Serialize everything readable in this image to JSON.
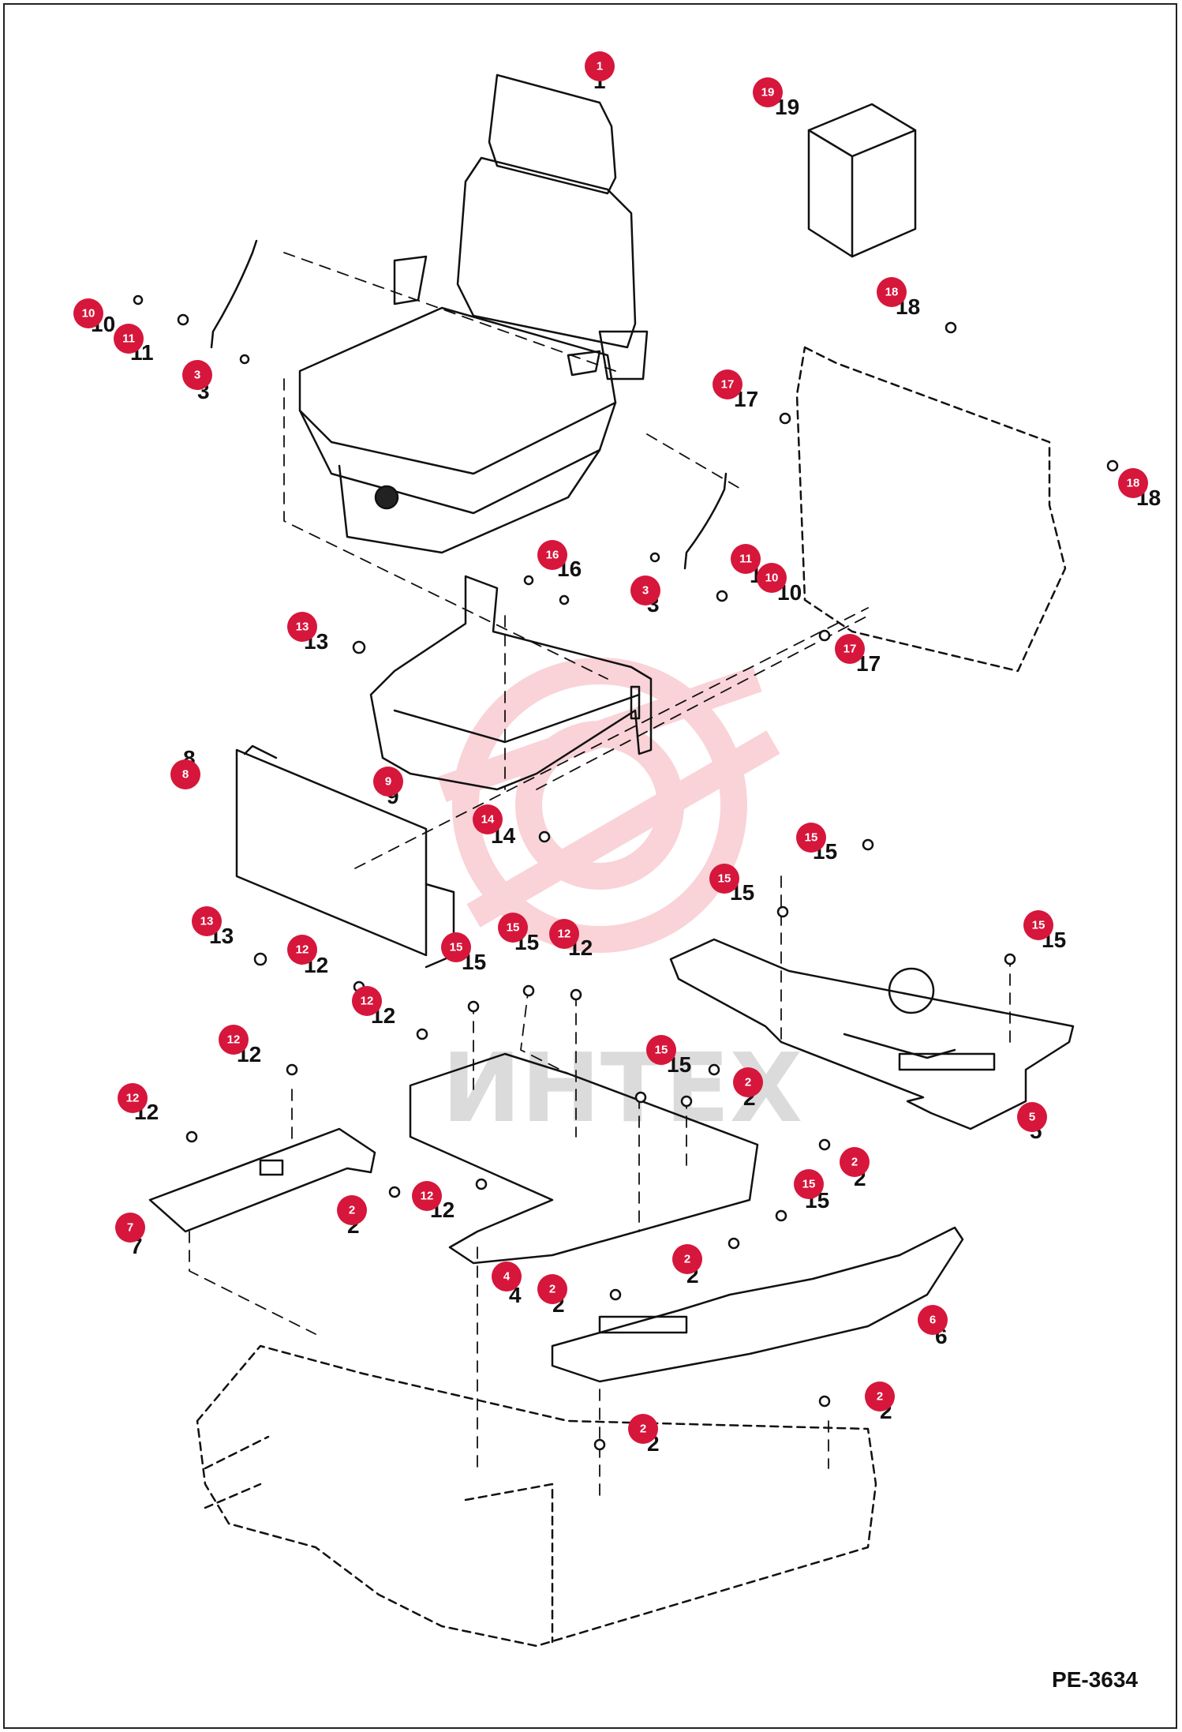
{
  "doc_code": "PE-3634",
  "watermark": {
    "text": "ИНТЕХ",
    "color": "#e0142e"
  },
  "colors": {
    "callout": "#d6163b",
    "line": "#111111"
  },
  "callouts": [
    {
      "id": "1",
      "n": "1"
    },
    {
      "id": "19",
      "n": "19"
    },
    {
      "id": "18a",
      "n": "18"
    },
    {
      "id": "10a",
      "n": "10"
    },
    {
      "id": "11a",
      "n": "11"
    },
    {
      "id": "3a",
      "n": "3"
    },
    {
      "id": "17a",
      "n": "17"
    },
    {
      "id": "18b",
      "n": "18"
    },
    {
      "id": "16",
      "n": "16"
    },
    {
      "id": "11b",
      "n": "11"
    },
    {
      "id": "10b",
      "n": "10"
    },
    {
      "id": "3b",
      "n": "3"
    },
    {
      "id": "13a",
      "n": "13"
    },
    {
      "id": "17b",
      "n": "17"
    },
    {
      "id": "8",
      "n": "8"
    },
    {
      "id": "9",
      "n": "9"
    },
    {
      "id": "14",
      "n": "14"
    },
    {
      "id": "15a",
      "n": "15"
    },
    {
      "id": "15b",
      "n": "15"
    },
    {
      "id": "13b",
      "n": "13"
    },
    {
      "id": "12a",
      "n": "12"
    },
    {
      "id": "15c",
      "n": "15"
    },
    {
      "id": "15d",
      "n": "15"
    },
    {
      "id": "12b",
      "n": "12"
    },
    {
      "id": "15e",
      "n": "15"
    },
    {
      "id": "12c",
      "n": "12"
    },
    {
      "id": "12d",
      "n": "12"
    },
    {
      "id": "15f",
      "n": "15"
    },
    {
      "id": "2a",
      "n": "2"
    },
    {
      "id": "5",
      "n": "5"
    },
    {
      "id": "12e",
      "n": "12"
    },
    {
      "id": "2b",
      "n": "2"
    },
    {
      "id": "2c",
      "n": "2"
    },
    {
      "id": "12f",
      "n": "12"
    },
    {
      "id": "15g",
      "n": "15"
    },
    {
      "id": "7",
      "n": "7"
    },
    {
      "id": "2d",
      "n": "2"
    },
    {
      "id": "4",
      "n": "4"
    },
    {
      "id": "2e",
      "n": "2"
    },
    {
      "id": "6",
      "n": "6"
    },
    {
      "id": "2f",
      "n": "2"
    },
    {
      "id": "2g",
      "n": "2"
    }
  ]
}
